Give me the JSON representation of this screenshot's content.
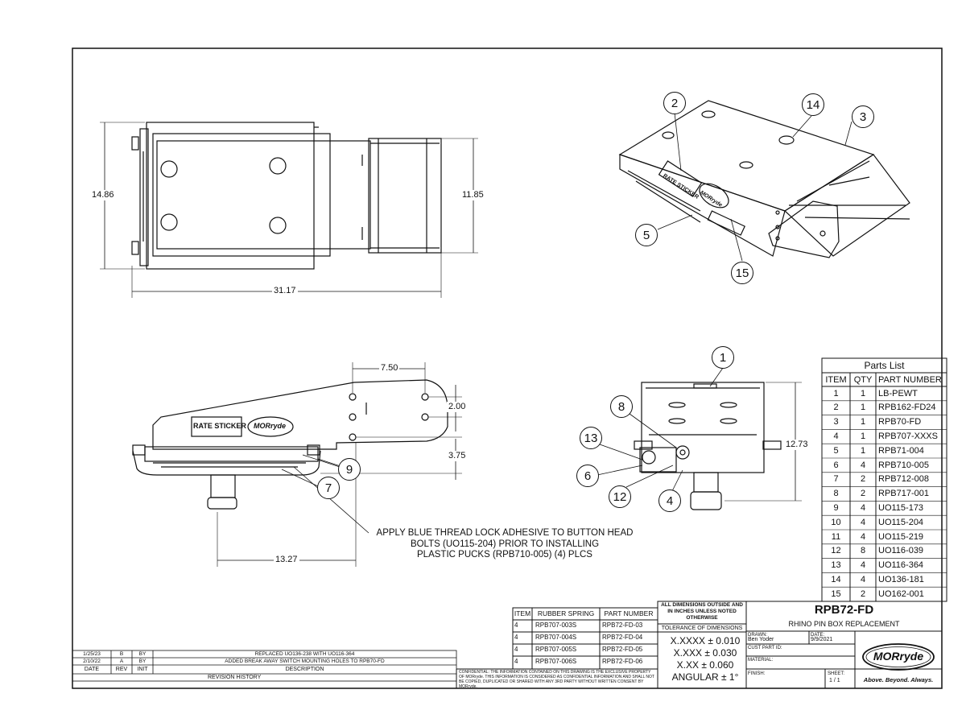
{
  "dimensions": {
    "top_view_height": "14.86",
    "top_view_inner_height": "11.85",
    "top_view_length": "31.17",
    "side_view_offset": "7.50",
    "side_view_hole_spacing": "2.00",
    "side_view_drop": "3.75",
    "side_view_pin_offset": "13.27",
    "end_view_height": "12.73"
  },
  "labels": {
    "rate_sticker": "RATE STICKER",
    "morryde_logo": "MORryde"
  },
  "balloons": {
    "iso": [
      "2",
      "14",
      "3",
      "5",
      "15"
    ],
    "side": [
      "9",
      "7"
    ],
    "end": [
      "1",
      "8",
      "13",
      "6",
      "12",
      "4"
    ]
  },
  "note": {
    "line1": "APPLY BLUE THREAD LOCK ADHESIVE TO BUTTON HEAD",
    "line2": "BOLTS (UO115-204) PRIOR TO INSTALLING",
    "line3": "PLASTIC PUCKS (RPB710-005) (4) PLCS"
  },
  "parts_list": {
    "title": "Parts List",
    "headers": [
      "ITEM",
      "QTY",
      "PART NUMBER"
    ],
    "rows": [
      [
        "1",
        "1",
        "LB-PEWT"
      ],
      [
        "2",
        "1",
        "RPB162-FD24"
      ],
      [
        "3",
        "1",
        "RPB70-FD"
      ],
      [
        "4",
        "1",
        "RPB707-XXXS"
      ],
      [
        "5",
        "1",
        "RPB71-004"
      ],
      [
        "6",
        "4",
        "RPB710-005"
      ],
      [
        "7",
        "2",
        "RPB712-008"
      ],
      [
        "8",
        "2",
        "RPB717-001"
      ],
      [
        "9",
        "4",
        "UO115-173"
      ],
      [
        "10",
        "4",
        "UO115-204"
      ],
      [
        "11",
        "4",
        "UO115-219"
      ],
      [
        "12",
        "8",
        "UO116-039"
      ],
      [
        "13",
        "4",
        "UO116-364"
      ],
      [
        "14",
        "4",
        "UO136-181"
      ],
      [
        "15",
        "2",
        "UO162-001"
      ]
    ]
  },
  "spring_table": {
    "headers": [
      "ITEM",
      "RUBBER SPRING",
      "PART NUMBER"
    ],
    "rows": [
      [
        "4",
        "RPB707-003S",
        "RPB72-FD-03"
      ],
      [
        "4",
        "RPB707-004S",
        "RPB72-FD-04"
      ],
      [
        "4",
        "RPB707-005S",
        "RPB72-FD-05"
      ],
      [
        "4",
        "RPB707-006S",
        "RPB72-FD-06"
      ]
    ]
  },
  "tolerances": {
    "header": "ALL DIMENSIONS OUTSIDE AND IN INCHES UNLESS NOTED OTHERWISE",
    "subheader": "TOLERANCE OF DIMENSIONS",
    "lines": [
      "X.XXXX ± 0.010",
      "X.XXX ± 0.030",
      "X.XX ± 0.060",
      "ANGULAR ± 1°"
    ]
  },
  "confidential": "CONFIDENTIAL: THE INFORMATION CONTAINED ON THIS DRAWING IS THE EXCLUSIVE PROPERTY OF MORryde. THIS INFORMATION IS CONSIDERED AS CONFIDENTIAL INFORMATION AND SHALL NOT BE COPIED, DUPLICATED OR SHARED WITH ANY 3RD PARTY WITHOUT WRITTEN CONSENT BY MORryde.",
  "title_block": {
    "part_number": "RPB72-FD",
    "description": "RHINO PIN BOX REPLACEMENT",
    "drawn_label": "DRAWN:",
    "drawn_by": "Ben Yoder",
    "date_label": "DATE:",
    "date": "9/9/2021",
    "cust_part_label": "CUST PART ID:",
    "material_label": "MATERIAL:",
    "finish_label": "FINISH:",
    "sheet_label": "SHEET:",
    "sheet": "1 / 1",
    "logo": "MORryde",
    "tagline": "Above. Beyond. Always."
  },
  "revision_history": {
    "title": "REVISION HISTORY",
    "headers": [
      "DATE",
      "REV",
      "INIT",
      "DESCRIPTION"
    ],
    "rows": [
      [
        "1/25/23",
        "B",
        "BY",
        "REPLACED UO136-238 WITH UO116-364"
      ],
      [
        "2/10/22",
        "A",
        "BY",
        "ADDED BREAK AWAY SWITCH MOUNTING HOLES TO RPB70-FD"
      ]
    ]
  }
}
